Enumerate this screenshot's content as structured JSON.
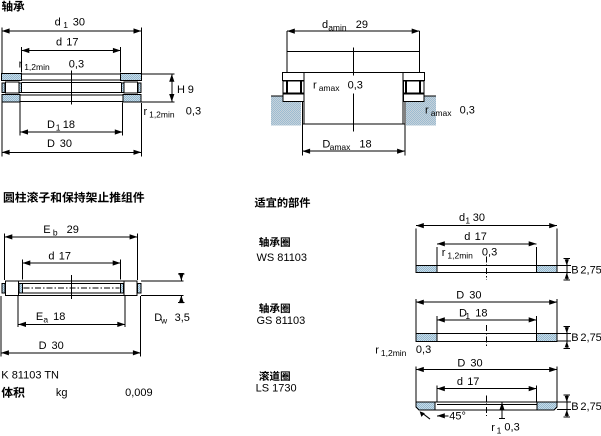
{
  "sections": {
    "bearing": {
      "title": "轴承"
    },
    "assembly": {
      "title": "圆柱滚子和保持架止推组件",
      "designation": "K 81103 TN",
      "mass_label": "体积",
      "mass_unit": "kg",
      "mass_value": "0,009"
    },
    "suitable": {
      "title": "适宜的部件",
      "parts": [
        {
          "name": "轴承圈",
          "code": "WS 81103"
        },
        {
          "name": "轴承圈",
          "code": "GS 81103"
        },
        {
          "name": "滚道圈",
          "code": "LS 1730"
        }
      ]
    }
  },
  "dims": {
    "bearing": {
      "d1": {
        "sym": "d",
        "sub": "1",
        "val": "30"
      },
      "d": {
        "sym": "d",
        "val": "17"
      },
      "r_top": {
        "sym": "r",
        "sub": "1,2min",
        "val": "0,3"
      },
      "H": {
        "sym": "H",
        "val": "9"
      },
      "r_bottom": {
        "sym": "r",
        "sub": "1,2min",
        "val": "0,3"
      },
      "D1": {
        "sym": "D",
        "sub": "1",
        "val": "18"
      },
      "D": {
        "sym": "D",
        "val": "30"
      }
    },
    "mounting": {
      "da": {
        "sym": "d",
        "sub": "amin",
        "val": "29"
      },
      "ra_center": {
        "sym": "r",
        "sub": "amax",
        "val": "0,3"
      },
      "ra_right": {
        "sym": "r",
        "sub": "amax",
        "val": "0,3"
      },
      "Da": {
        "sym": "D",
        "sub": "amax",
        "val": "18"
      }
    },
    "assembly": {
      "Eb": {
        "sym": "E",
        "sub": "b",
        "val": "29"
      },
      "d": {
        "sym": "d",
        "val": "17"
      },
      "Ea": {
        "sym": "E",
        "sub": "a",
        "val": "18"
      },
      "D": {
        "sym": "D",
        "val": "30"
      },
      "Dw": {
        "sym": "D",
        "sub": "w",
        "val": "3,5"
      }
    },
    "ws": {
      "d1": {
        "sym": "d",
        "sub": "1",
        "val": "30"
      },
      "d": {
        "sym": "d",
        "val": "17"
      },
      "r": {
        "sym": "r",
        "sub": "1,2min",
        "val": "0,3"
      },
      "B": {
        "sym": "B",
        "val": "2,75"
      }
    },
    "gs": {
      "D": {
        "sym": "D",
        "val": "30"
      },
      "D1": {
        "sym": "D",
        "sub": "1",
        "val": "18"
      },
      "r": {
        "sym": "r",
        "sub": "1,2min",
        "val": "0,3"
      },
      "B": {
        "sym": "B",
        "val": "2,75"
      }
    },
    "ls": {
      "D": {
        "sym": "D",
        "val": "30"
      },
      "d": {
        "sym": "d",
        "val": "17"
      },
      "chamfer": {
        "val": "45°"
      },
      "r1": {
        "sym": "r",
        "sub": "1",
        "val": "0,3"
      },
      "B": {
        "sym": "B",
        "val": "2,75"
      }
    }
  },
  "colors": {
    "line": "#000000",
    "steel_light": "#c9dce7",
    "steel_dark": "#92b7cf",
    "support_light": "#c7d2da",
    "support_dark": "#9cbcd2",
    "background": "#ffffff"
  }
}
